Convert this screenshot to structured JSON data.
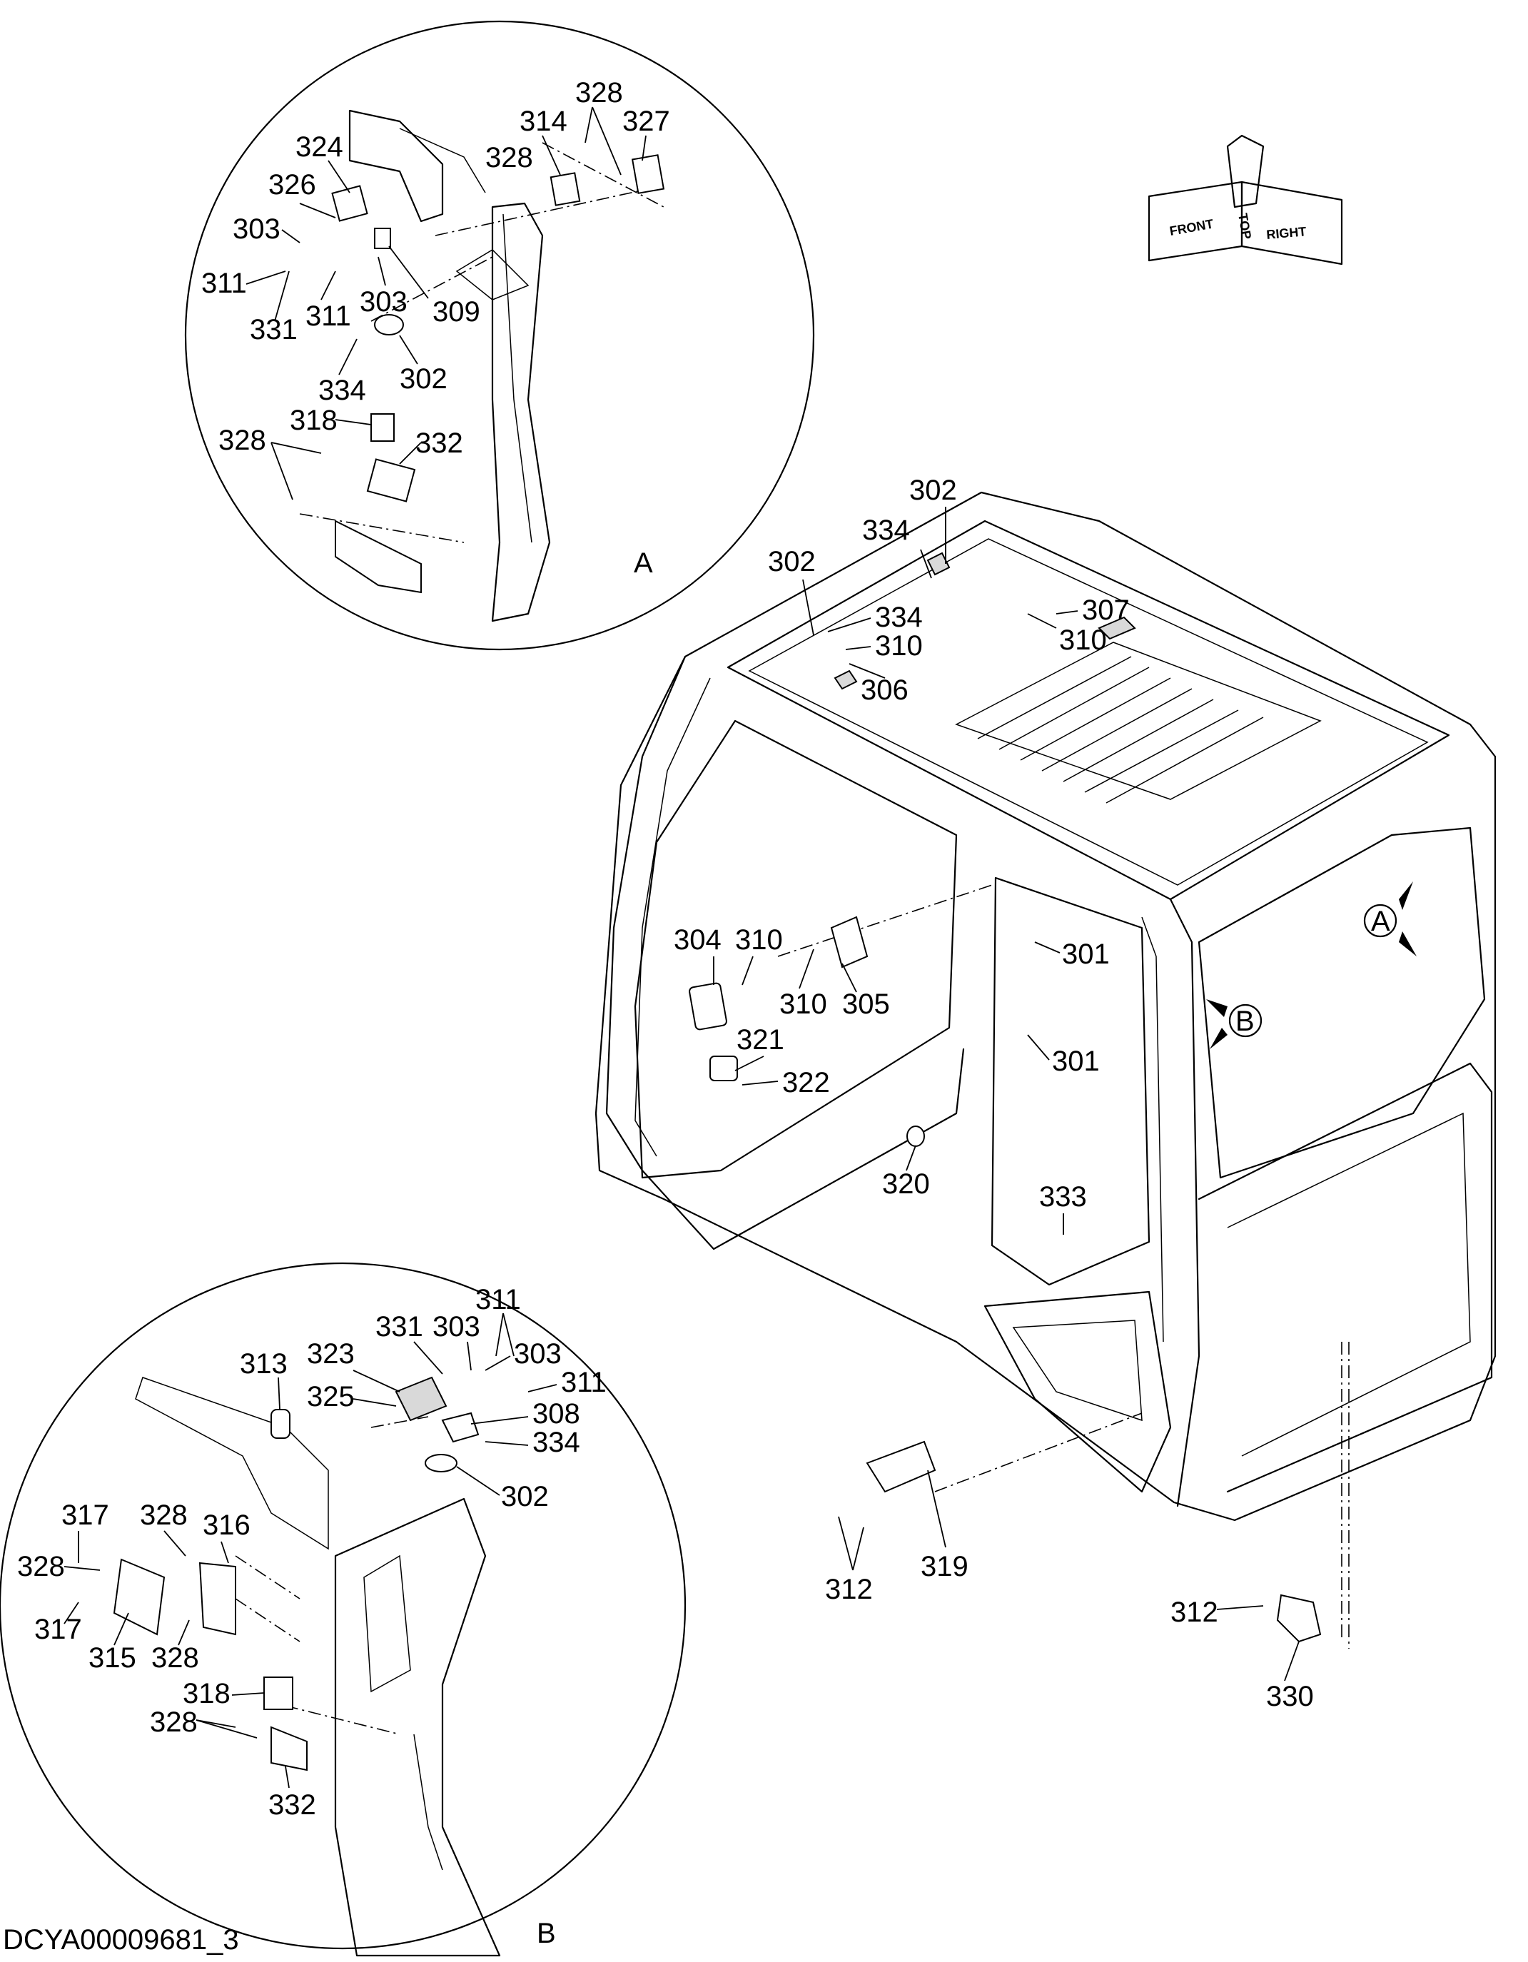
{
  "document_id": "DCYA00009681_3",
  "orientation_icon": {
    "front": "FRONT",
    "top": "TOP",
    "right": "RIGHT"
  },
  "detail_views": {
    "A": {
      "label": "A"
    },
    "B": {
      "label": "B"
    }
  },
  "view_markers": {
    "A": "A",
    "B": "B"
  },
  "callouts_detail_a": [
    "328",
    "314",
    "327",
    "324",
    "328",
    "326",
    "303",
    "311",
    "331",
    "311",
    "303",
    "309",
    "334",
    "302",
    "318",
    "328",
    "332"
  ],
  "callouts_main": [
    "302",
    "334",
    "302",
    "334",
    "310",
    "307",
    "310",
    "306",
    "304",
    "310",
    "310",
    "305",
    "321",
    "322",
    "301",
    "301",
    "320",
    "333",
    "312",
    "319",
    "312",
    "330"
  ],
  "callouts_detail_b": [
    "311",
    "331",
    "303",
    "313",
    "323",
    "303",
    "311",
    "325",
    "308",
    "334",
    "302",
    "317",
    "328",
    "316",
    "328",
    "317",
    "315",
    "328",
    "318",
    "328",
    "332"
  ]
}
